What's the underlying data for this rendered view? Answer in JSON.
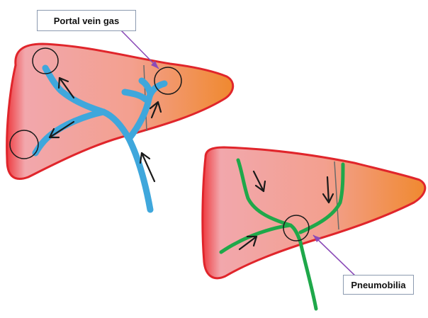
{
  "labels": {
    "portal_vein_gas": "Portal vein gas",
    "pneumobilia": "Pneumobilia"
  },
  "colors": {
    "liver_outline": "#e0252b",
    "liver_left": "#f2a7ac",
    "liver_right": "#f0892f",
    "portal_vein": "#3fa7dc",
    "biliary_tree": "#1fa84a",
    "pointer_line": "#8b4bb8",
    "arrow": "#1a1a1a",
    "label_border": "#8c9ab0"
  },
  "icons": {
    "gas_marker": "circle-outline",
    "flow_direction": "arrow"
  }
}
